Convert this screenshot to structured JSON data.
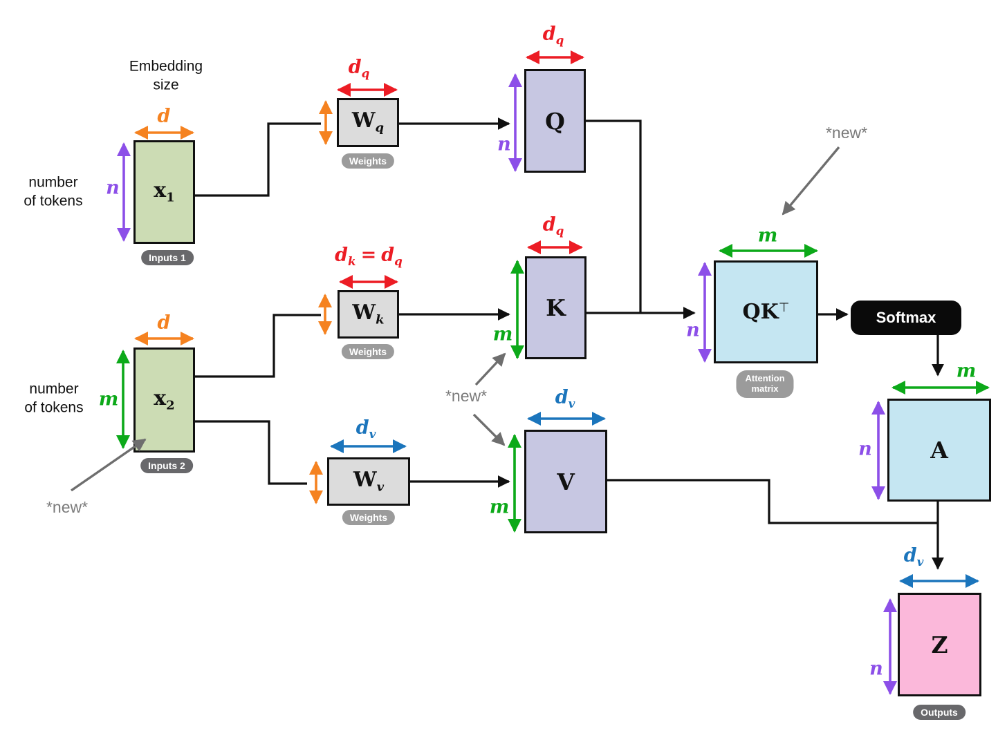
{
  "colors": {
    "dim_orange": "#f58220",
    "dim_red": "#ec1c24",
    "dim_green": "#0ca919",
    "dim_purple": "#8c4fe8",
    "dim_blue": "#1b75bc",
    "annotation_gray": "#6e6e6e",
    "box_inputs_green": "#ccdcb4",
    "box_qkv_lavender": "#c7c7e2",
    "box_attention_blue": "#c5e6f2",
    "box_output_pink": "#fbb8da",
    "box_weights_gray": "#dcdcdc",
    "badge_dark_gray": "#68686b",
    "badge_light_gray": "#9b9b9b",
    "softmax_black": "#0a0a0a",
    "line_black": "#101010"
  },
  "annotations": {
    "embedding_size_line1": "Embedding",
    "embedding_size_line2": "size",
    "num_tokens_top_line1": "number",
    "num_tokens_top_line2": "of tokens",
    "num_tokens_bottom_line1": "number",
    "num_tokens_bottom_line2": "of tokens",
    "new_x2": "*new*",
    "new_km": "*new*",
    "new_attn": "*new*"
  },
  "dims": {
    "d": "d",
    "n": "n",
    "m": "m",
    "dq": {
      "base": "d",
      "sub": "q"
    },
    "dv": {
      "base": "d",
      "sub": "v"
    },
    "dk_eq_dq": {
      "base1": "d",
      "sub1": "k",
      "eq": "=",
      "base2": "d",
      "sub2": "q"
    }
  },
  "matrices": {
    "x1": {
      "base": "x",
      "sub": "1",
      "badge": "Inputs 1"
    },
    "x2": {
      "base": "x",
      "sub": "2",
      "badge": "Inputs 2"
    },
    "wq": {
      "base": "W",
      "sub": "q",
      "badge": "Weights"
    },
    "wk": {
      "base": "W",
      "sub": "k",
      "badge": "Weights"
    },
    "wv": {
      "base": "W",
      "sub": "v",
      "badge": "Weights"
    },
    "q": {
      "base": "Q"
    },
    "k": {
      "base": "K"
    },
    "v": {
      "base": "V"
    },
    "qkt": {
      "base": "QK",
      "sup": "⊤",
      "badge_line1": "Attention",
      "badge_line2": "matrix"
    },
    "a": {
      "base": "A"
    },
    "z": {
      "base": "Z",
      "badge": "Outputs"
    }
  },
  "softmax": {
    "label": "Softmax"
  }
}
